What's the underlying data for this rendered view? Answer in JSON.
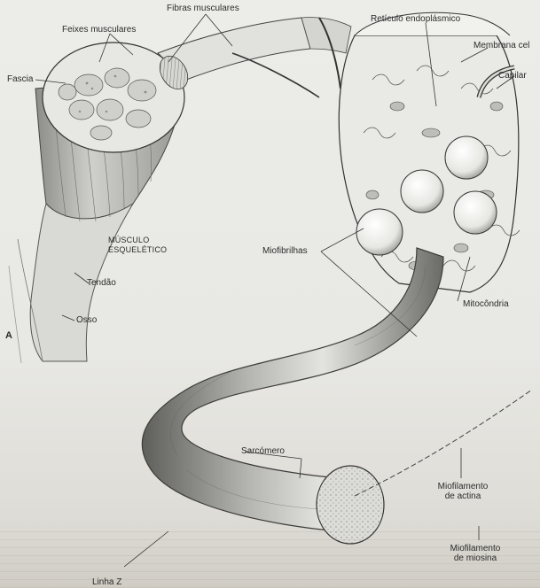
{
  "labels": {
    "fibras_musculares": "Fibras musculares",
    "feixes_musculares": "Feixes musculares",
    "fascia": "Fascia",
    "reticulo": "Retículo endoplásmico",
    "membrana": "Membrana cel",
    "capilar": "Capilar",
    "musculo_line1": "MÚSCULO",
    "musculo_line2": "ESQUELÉTICO",
    "tendao": "Tendão",
    "osso": "Osso",
    "panel_letter": "A",
    "miofibrilhas": "Miofibrilhas",
    "mitocondria": "Mitocôndria",
    "sarcomero": "Sarcómero",
    "actina_line1": "Miofilamento",
    "actina_line2": "de actina",
    "miosina_line1": "Miofilamento",
    "miosina_line2": "de miosina",
    "linha_z": "Linha Z"
  },
  "colors": {
    "ink": "#2b2b2b",
    "paper": "#ecece9",
    "shade": "#7d7d7a"
  }
}
